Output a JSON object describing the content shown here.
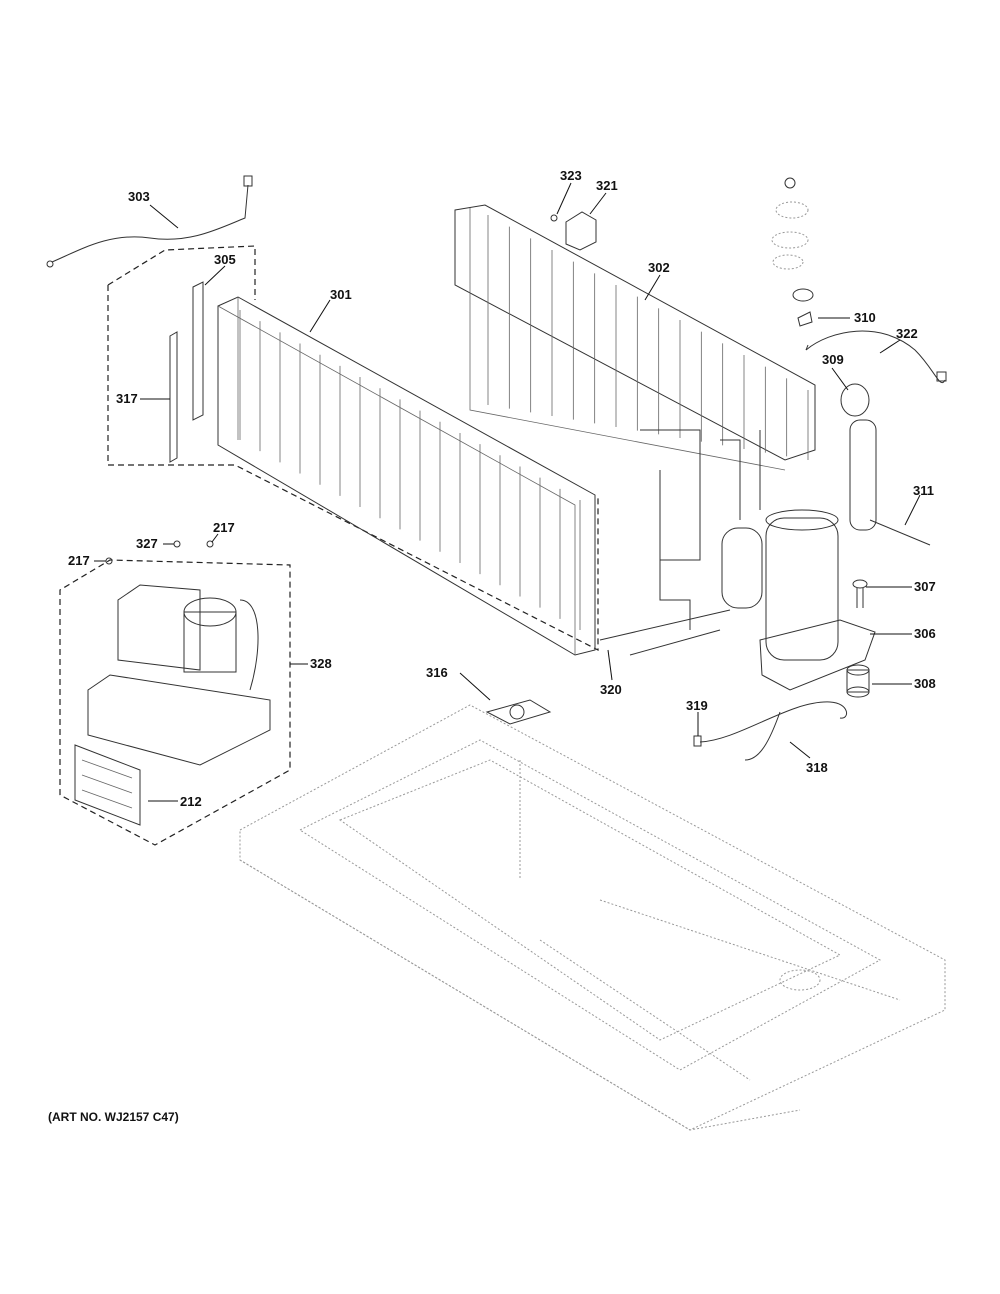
{
  "diagram": {
    "art_number": "(ART NO. WJ2157 C47)",
    "callouts": {
      "c303": "303",
      "c305": "305",
      "c301": "301",
      "c317": "317",
      "c323": "323",
      "c321": "321",
      "c302": "302",
      "c310": "310",
      "c322": "322",
      "c309": "309",
      "c311": "311",
      "c307": "307",
      "c306": "306",
      "c308": "308",
      "c320": "320",
      "c316": "316",
      "c319": "319",
      "c318": "318",
      "c327": "327",
      "c217a": "217",
      "c217b": "217",
      "c328": "328",
      "c212": "212"
    }
  }
}
